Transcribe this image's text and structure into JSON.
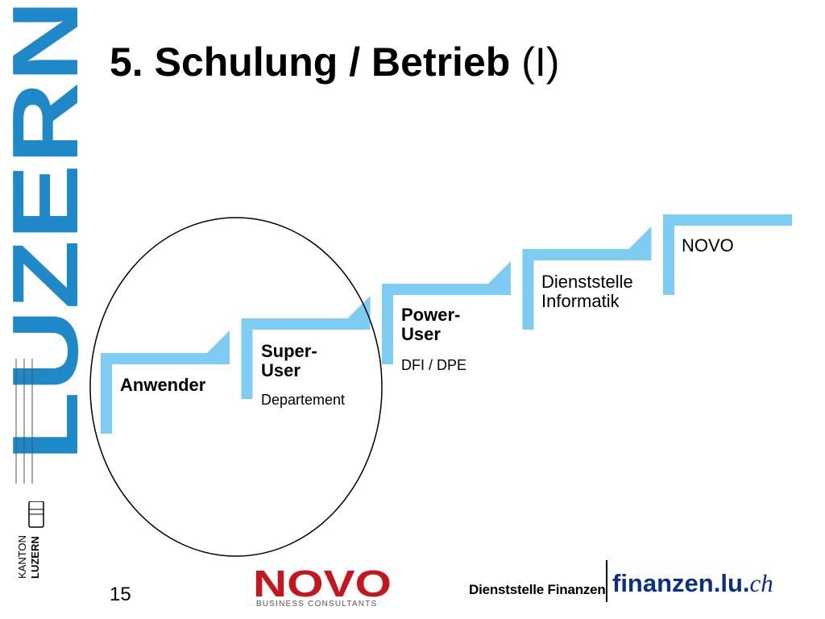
{
  "slide": {
    "title_main": "5. Schulung / Betrieb",
    "title_suffix": "(I)",
    "page_number": "15"
  },
  "side_logo": {
    "wordmark": "LUZERN",
    "kanton_top": "KANTON",
    "kanton_bottom": "LUZERN"
  },
  "steps": [
    {
      "title": "Anwender",
      "subtitle": ""
    },
    {
      "title": "Super-\nUser",
      "subtitle": "Departement"
    },
    {
      "title": "Power-\nUser",
      "subtitle": "DFI / DPE"
    },
    {
      "title": "Dienststelle\nInformatik",
      "subtitle": ""
    },
    {
      "title": "NOVO",
      "subtitle": ""
    }
  ],
  "footer": {
    "novo_logo": "NOVO",
    "novo_tagline": "BUSINESS CONSULTANTS",
    "dienststelle": "Dienststelle Finanzen",
    "finanzen_main": "finanzen.lu.",
    "finanzen_ch": "ch"
  },
  "colors": {
    "step_blue": "#7ecbf3",
    "novo_red": "#c4161c",
    "finanzen_blue": "#0a2f86"
  }
}
